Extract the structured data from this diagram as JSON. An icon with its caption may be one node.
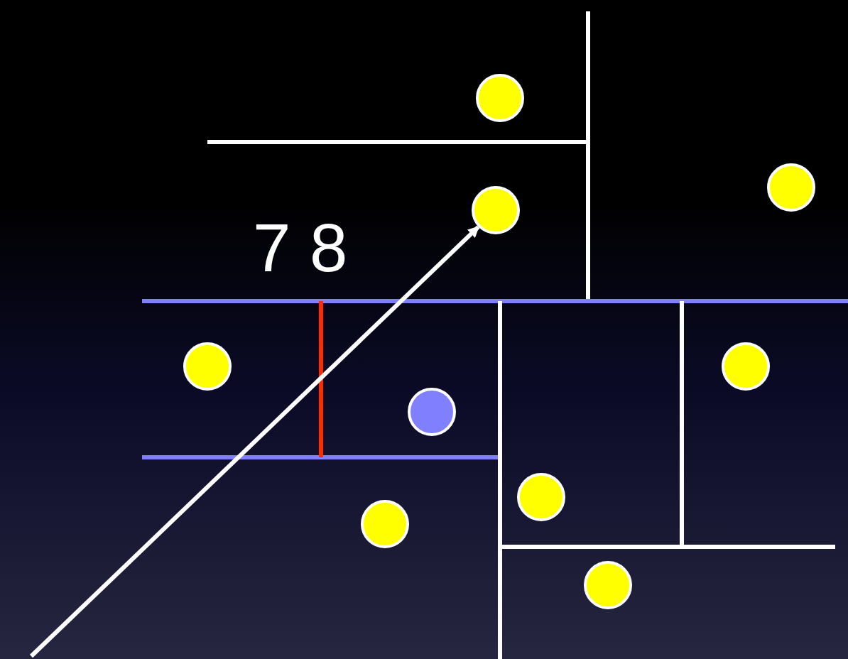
{
  "diagram": {
    "nodes": [
      {
        "text": [],
        "shape": "circle"
      },
      {
        "text": [],
        "shape": "circle"
      },
      {
        "text": [],
        "shape": "circle"
      },
      {
        "text": [],
        "shape": "circle"
      },
      {
        "text": [],
        "shape": "circle"
      },
      {
        "text": [],
        "shape": "circle"
      },
      {
        "text": [],
        "shape": "circle"
      },
      {
        "text": [],
        "shape": "circle"
      },
      {
        "text": [],
        "shape": "circle"
      }
    ],
    "edges": [
      {
        "from": null,
        "to": 4,
        "arrow": "to"
      }
    ],
    "labels": [
      "7 8"
    ]
  }
}
